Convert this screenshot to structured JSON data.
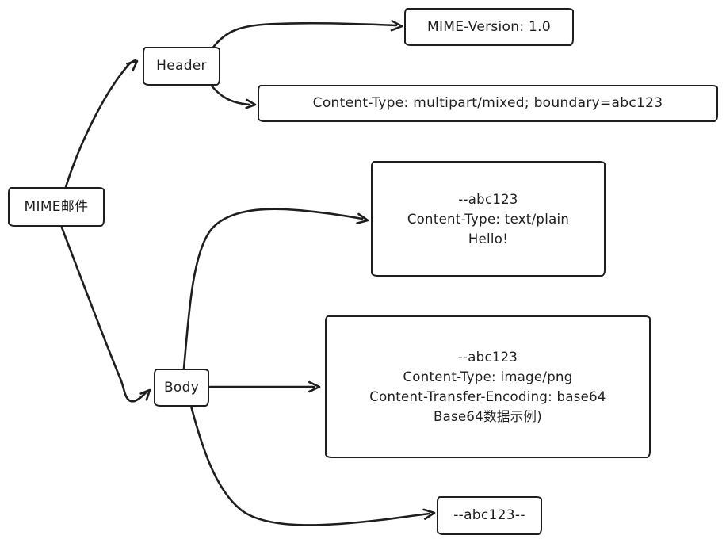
{
  "diagram": {
    "background": "#ffffff",
    "stroke_color": "#1e1e1e",
    "nodes": {
      "root": {
        "label": "MIME邮件"
      },
      "header": {
        "label": "Header"
      },
      "body": {
        "label": "Body"
      },
      "mime_version": {
        "label": "MIME-Version: 1.0"
      },
      "content_type": {
        "label": "Content-Type: multipart/mixed; boundary=abc123"
      },
      "text_part": {
        "lines": [
          "--abc123",
          "Content-Type: text/plain",
          "Hello!"
        ]
      },
      "image_part": {
        "lines": [
          "--abc123",
          "Content-Type: image/png",
          "Content-Transfer-Encoding: base64",
          "Base64数据示例)"
        ]
      },
      "closing_boundary": {
        "label": "--abc123--"
      }
    },
    "edges": [
      {
        "from": "root",
        "to": "header"
      },
      {
        "from": "root",
        "to": "body"
      },
      {
        "from": "header",
        "to": "mime_version"
      },
      {
        "from": "header",
        "to": "content_type"
      },
      {
        "from": "body",
        "to": "text_part"
      },
      {
        "from": "body",
        "to": "image_part"
      },
      {
        "from": "body",
        "to": "closing_boundary"
      }
    ]
  }
}
